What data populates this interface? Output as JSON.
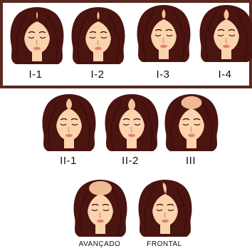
{
  "colors": {
    "hair": "#4a1410",
    "hair_shade": "#2e0806",
    "skin": "#fbd3ad",
    "scalp": "#f7c49a",
    "lips": "#e0826c",
    "frame": "#5a2a22",
    "label": "#111111"
  },
  "stages": [
    {
      "label": "I-1",
      "loss": 0.05,
      "type": "part"
    },
    {
      "label": "I-2",
      "loss": 0.15,
      "type": "part"
    },
    {
      "label": "I-3",
      "loss": 0.3,
      "type": "part"
    },
    {
      "label": "I-4",
      "loss": 0.45,
      "type": "part"
    },
    {
      "label": "II-1",
      "loss": 0.55,
      "type": "part"
    },
    {
      "label": "II-2",
      "loss": 0.7,
      "type": "part"
    },
    {
      "label": "III",
      "loss": 0.85,
      "type": "diffuse"
    },
    {
      "label": "AVANÇADO",
      "loss": 1.0,
      "type": "diffuse"
    },
    {
      "label": "FRONTAL",
      "loss": 0.4,
      "type": "frontal"
    }
  ]
}
